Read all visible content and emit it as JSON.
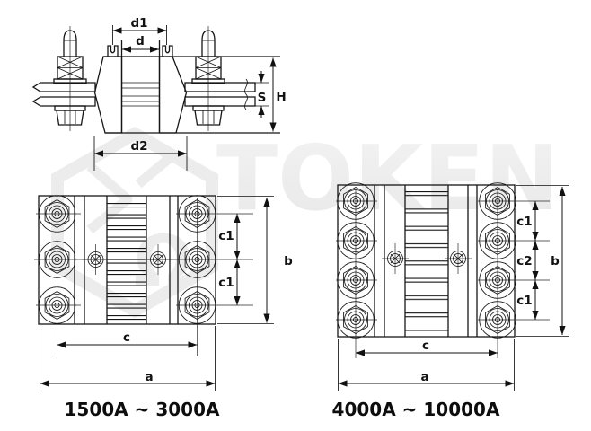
{
  "watermark": {
    "brand": "TOKEN",
    "logo_symbol": "Ω"
  },
  "side_view": {
    "labels": {
      "d1": "d1",
      "d": "d",
      "d2": "d2",
      "s": "S",
      "h": "H"
    }
  },
  "front_small": {
    "caption": "1500A ~ 3000A",
    "labels": {
      "c1_top": "c1",
      "c1_bottom": "c1",
      "b": "b",
      "c": "c",
      "a": "a"
    }
  },
  "front_large": {
    "caption": "4000A ~ 10000A",
    "labels": {
      "c1_top": "c1",
      "c2_mid": "c2",
      "c1_bottom": "c1",
      "b": "b",
      "c": "c",
      "a": "a"
    }
  }
}
